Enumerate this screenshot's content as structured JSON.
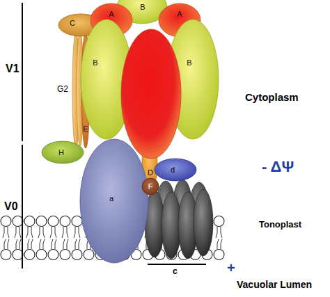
{
  "diagram": {
    "nodes": [
      {
        "text": [
          "B"
        ]
      },
      {
        "text": [
          "A"
        ]
      },
      {
        "text": [
          "A"
        ]
      },
      {
        "text": [
          "C"
        ]
      },
      {
        "text": [
          "E"
        ]
      },
      {
        "text": [
          "B"
        ]
      },
      {
        "text": [
          "B"
        ]
      },
      {
        "text": [
          "D"
        ]
      },
      {
        "text": [
          "H"
        ]
      },
      {
        "text": [
          "d"
        ]
      },
      {
        "text": [
          "a"
        ]
      },
      {
        "text": [
          "F"
        ]
      }
    ],
    "labels": [
      "V1",
      "G2",
      "Cytoplasm",
      "- ΔΨ",
      "V0",
      "Tonoplast",
      "c",
      "+",
      "Vacuolar Lumen"
    ]
  }
}
